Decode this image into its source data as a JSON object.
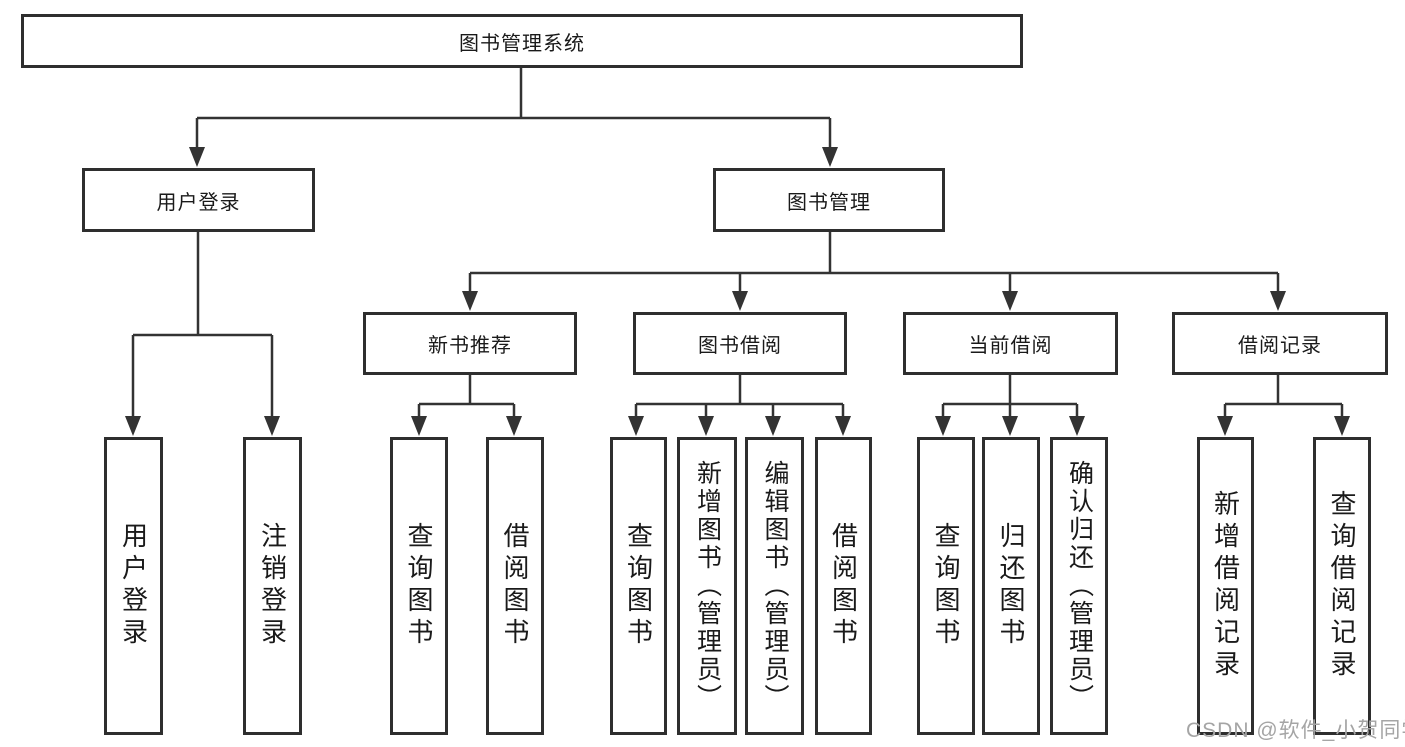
{
  "diagram": {
    "title": "图书管理系统",
    "nodes": {
      "root": {
        "label": "图书管理系统"
      },
      "level2": [
        {
          "label": "用户登录",
          "parent": "图书管理系统"
        },
        {
          "label": "图书管理",
          "parent": "图书管理系统"
        }
      ],
      "level3": [
        {
          "label": "新书推荐",
          "parent": "图书管理"
        },
        {
          "label": "图书借阅",
          "parent": "图书管理"
        },
        {
          "label": "当前借阅",
          "parent": "图书管理"
        },
        {
          "label": "借阅记录",
          "parent": "图书管理"
        }
      ],
      "leaves": [
        {
          "label": "用户登录",
          "parent": "用户登录"
        },
        {
          "label": "注销登录",
          "parent": "用户登录"
        },
        {
          "label": "查询图书",
          "parent": "新书推荐"
        },
        {
          "label": "借阅图书",
          "parent": "新书推荐"
        },
        {
          "label": "查询图书",
          "parent": "图书借阅"
        },
        {
          "label": "新增图书（管理员）",
          "parent": "图书借阅"
        },
        {
          "label": "编辑图书（管理员）",
          "parent": "图书借阅"
        },
        {
          "label": "借阅图书",
          "parent": "图书借阅"
        },
        {
          "label": "查询图书",
          "parent": "当前借阅"
        },
        {
          "label": "归还图书",
          "parent": "当前借阅"
        },
        {
          "label": "确认归还（管理员）",
          "parent": "当前借阅"
        },
        {
          "label": "新增借阅记录",
          "parent": "借阅记录"
        },
        {
          "label": "查询借阅记录",
          "parent": "借阅记录"
        }
      ]
    },
    "colors": {
      "line": "#333333",
      "border": "#2e2e2e",
      "text": "#1a1a1a",
      "watermark": "#a5a5a5",
      "background": "#ffffff"
    }
  },
  "watermark": "CSDN @软件_小贺同学"
}
